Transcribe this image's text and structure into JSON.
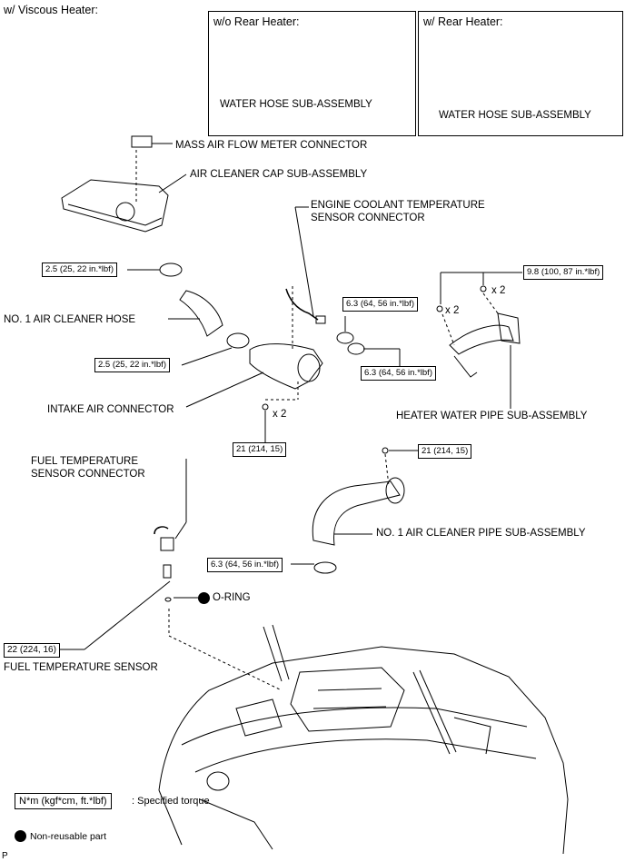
{
  "header": {
    "title": "w/ Viscous Heater:"
  },
  "inset_left": {
    "title": "w/o Rear Heater:",
    "label": "WATER HOSE SUB-ASSEMBLY"
  },
  "inset_right": {
    "title": "w/ Rear Heater:",
    "label": "WATER HOSE SUB-ASSEMBLY"
  },
  "labels": {
    "maf_connector": "MASS AIR FLOW METER CONNECTOR",
    "air_cleaner_cap": "AIR CLEANER CAP SUB-ASSEMBLY",
    "ect_connector_line1": "ENGINE COOLANT TEMPERATURE",
    "ect_connector_line2": "SENSOR CONNECTOR",
    "air_cleaner_hose": "NO. 1 AIR CLEANER HOSE",
    "intake_connector": "INTAKE AIR CONNECTOR",
    "heater_pipe": "HEATER WATER PIPE SUB-ASSEMBLY",
    "fuel_temp_connector_line1": "FUEL TEMPERATURE",
    "fuel_temp_connector_line2": "SENSOR CONNECTOR",
    "air_cleaner_pipe": "NO. 1 AIR CLEANER PIPE SUB-ASSEMBLY",
    "o_ring": "O-RING",
    "fuel_temp_sensor": "FUEL TEMPERATURE SENSOR",
    "x2_a": "x 2",
    "x2_b": "x 2",
    "x2_c": "x 2"
  },
  "torques": {
    "t1": "2.5 (25, 22 in.*lbf)",
    "t2": "2.5 (25, 22 in.*lbf)",
    "t3": "6.3 (64, 56 in.*lbf)",
    "t4": "6.3 (64, 56 in.*lbf)",
    "t5": "9.8 (100, 87 in.*lbf)",
    "t6": "21 (214, 15)",
    "t7": "21 (214, 15)",
    "t8": "6.3 (64, 56 in.*lbf)",
    "t9": "22 (224, 16)"
  },
  "legend": {
    "torque_unit": "N*m (kgf*cm, ft.*lbf)",
    "torque_desc": ": Specified torque",
    "nonreusable": "Non-reusable part"
  },
  "footer": {
    "code": "P"
  }
}
